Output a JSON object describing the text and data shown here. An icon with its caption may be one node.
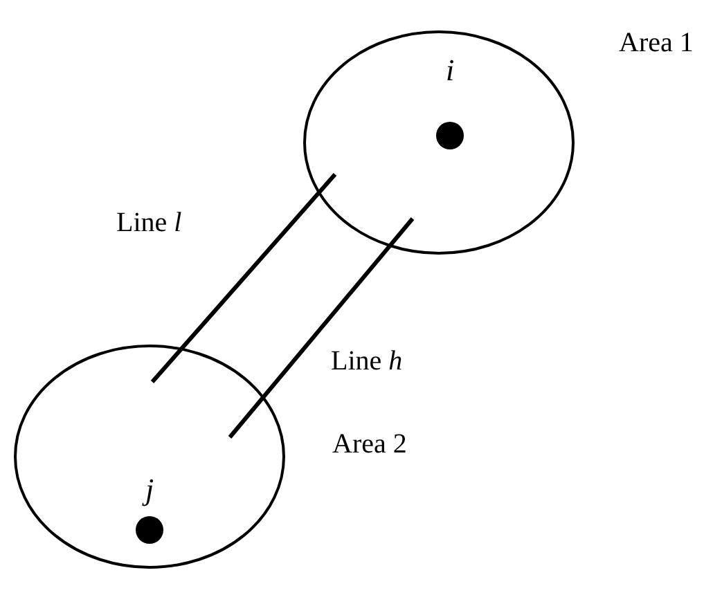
{
  "diagram": {
    "nodes": [
      {
        "text": [
          "Area 1"
        ]
      },
      {
        "text": [
          "i"
        ],
        "in": 0
      },
      {
        "text": [
          "Area 2"
        ]
      },
      {
        "text": [
          "j"
        ],
        "in": 2
      }
    ],
    "edges": [
      {
        "from": 2,
        "to": 0,
        "arrow": "none",
        "label": "Line *l*"
      },
      {
        "from": 2,
        "to": 0,
        "arrow": "none",
        "label": "Line *h*"
      }
    ]
  }
}
